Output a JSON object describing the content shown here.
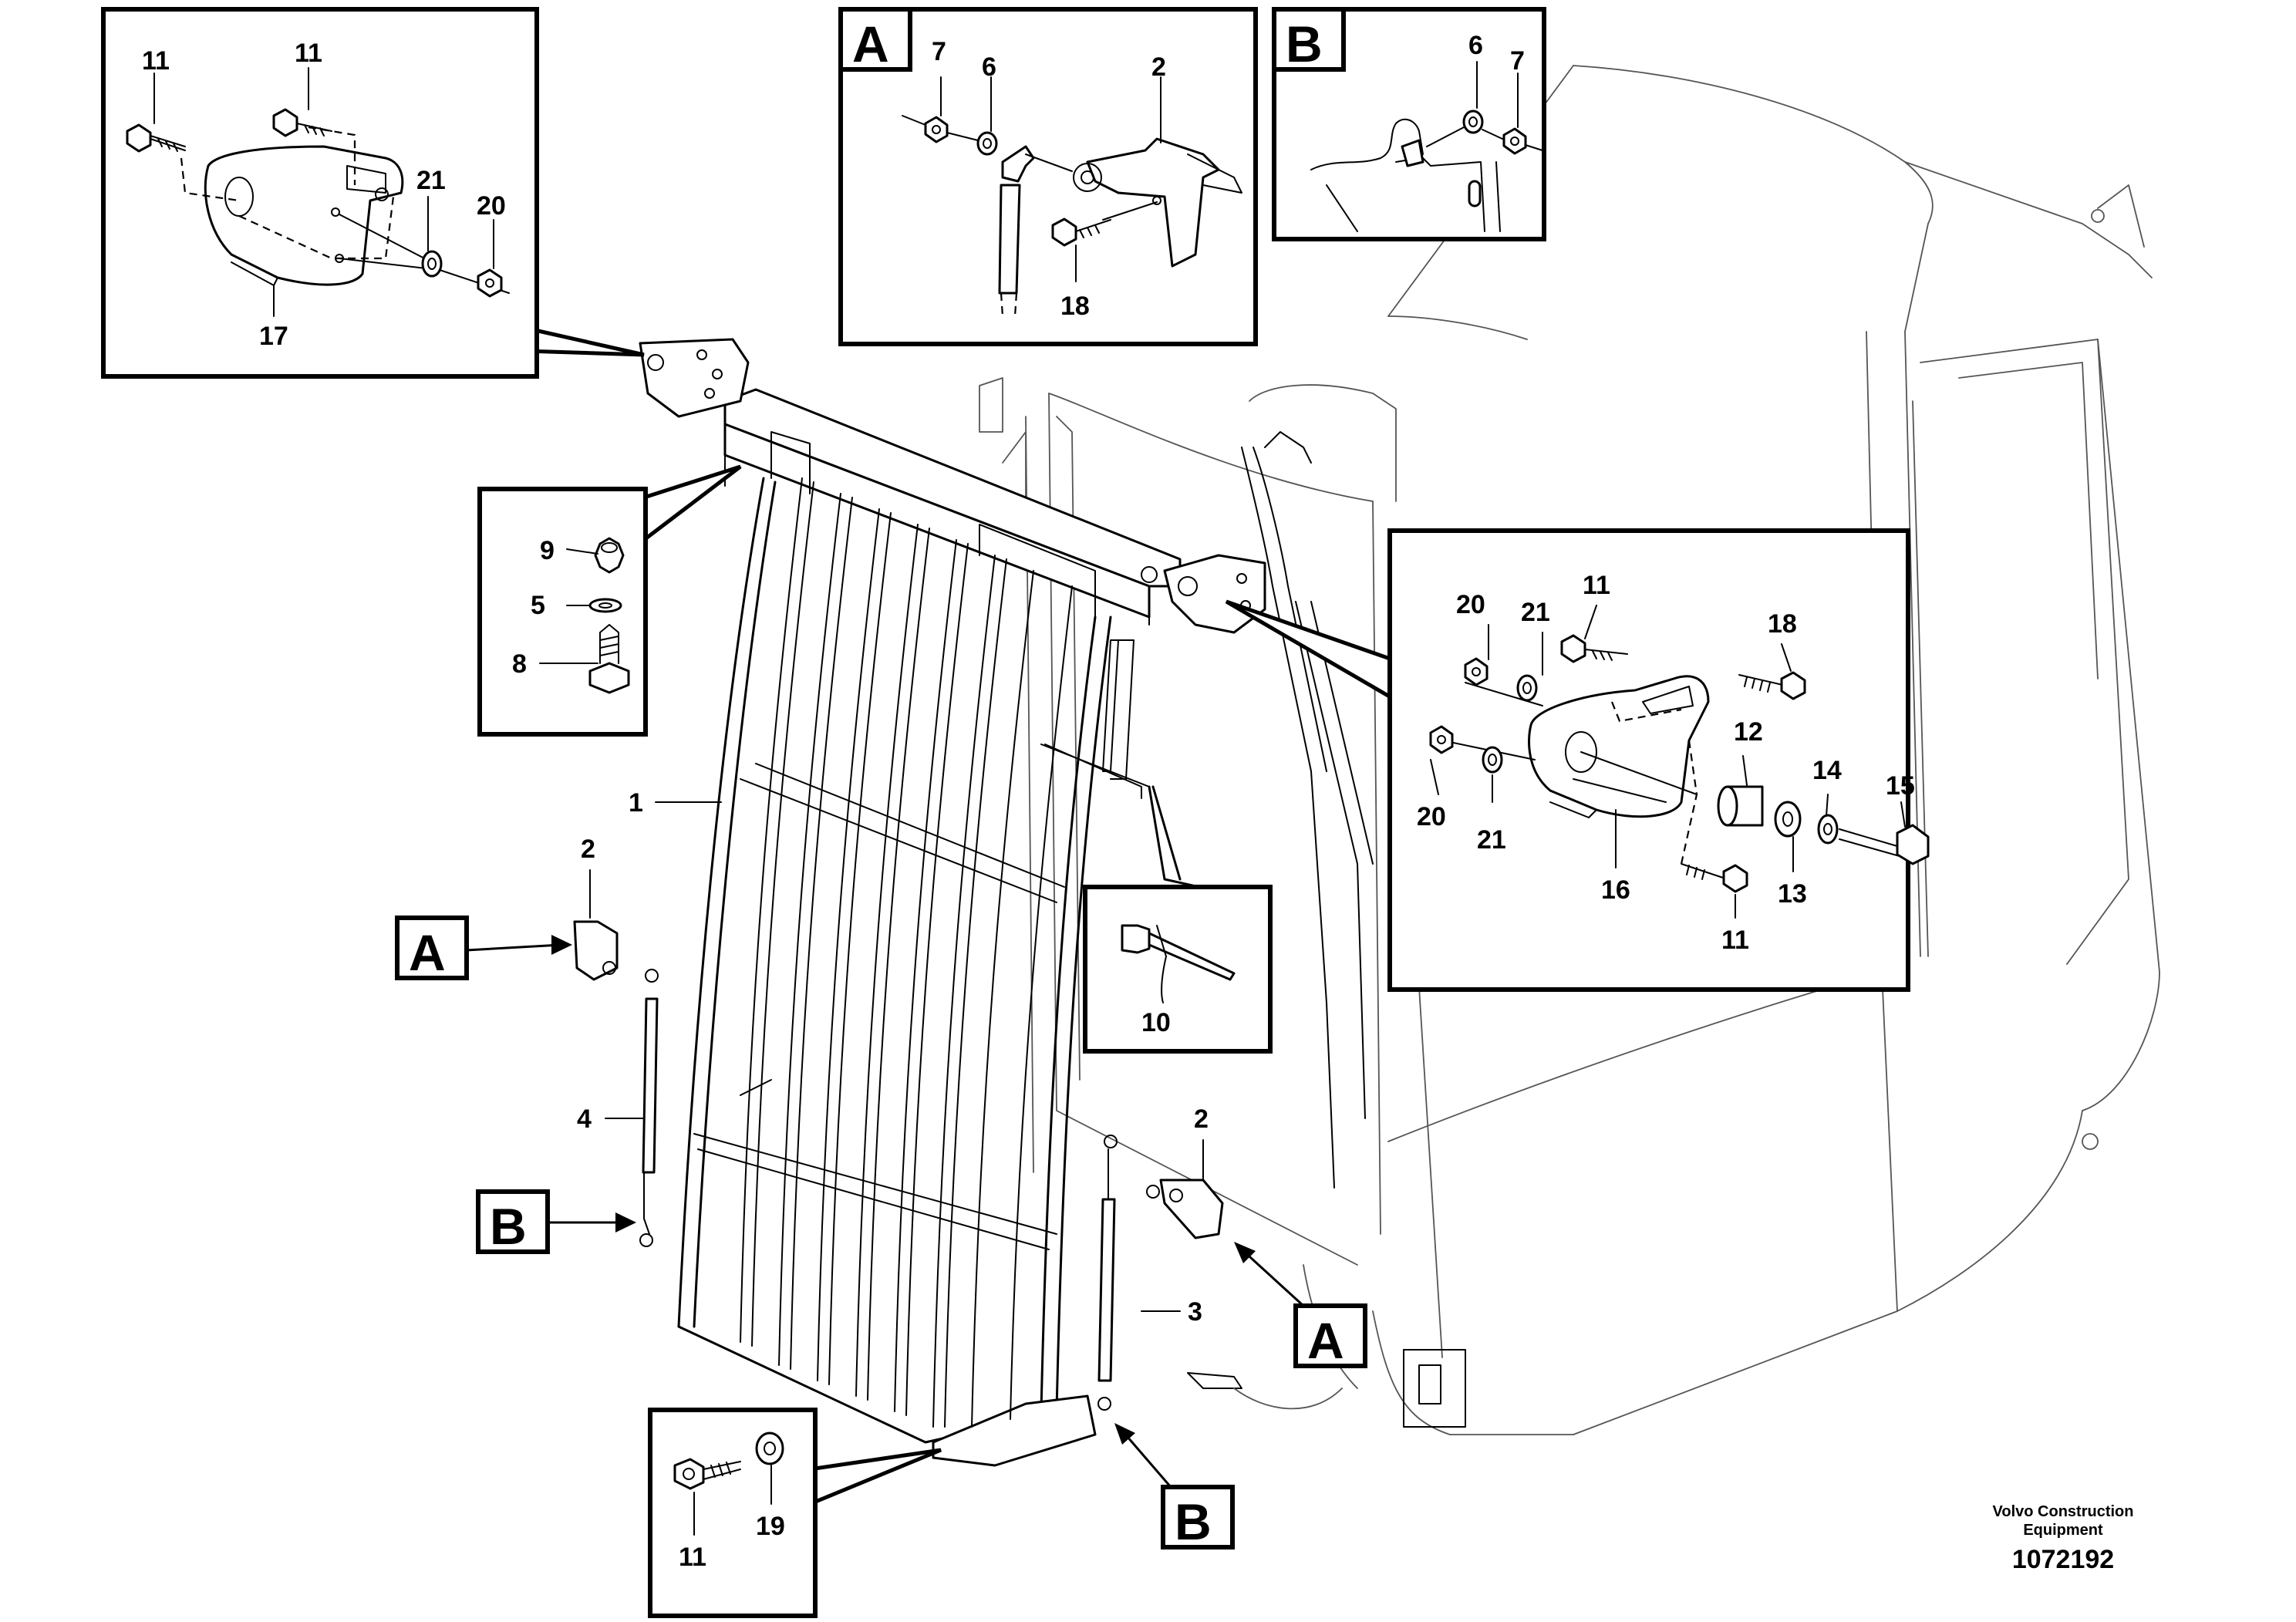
{
  "figure_id": "1072192",
  "credit": {
    "line1": "Volvo Construction",
    "line2": "Equipment"
  },
  "view_refs": {
    "A": "A",
    "B": "B"
  },
  "callouts": {
    "n1": "1",
    "n2": "2",
    "n3": "3",
    "n4": "4",
    "n5": "5",
    "n6": "6",
    "n7": "7",
    "n8": "8",
    "n9": "9",
    "n10": "10",
    "n11": "11",
    "n12": "12",
    "n13": "13",
    "n14": "14",
    "n15": "15",
    "n16": "16",
    "n17": "17",
    "n18": "18",
    "n19": "19",
    "n20": "20",
    "n21": "21"
  }
}
